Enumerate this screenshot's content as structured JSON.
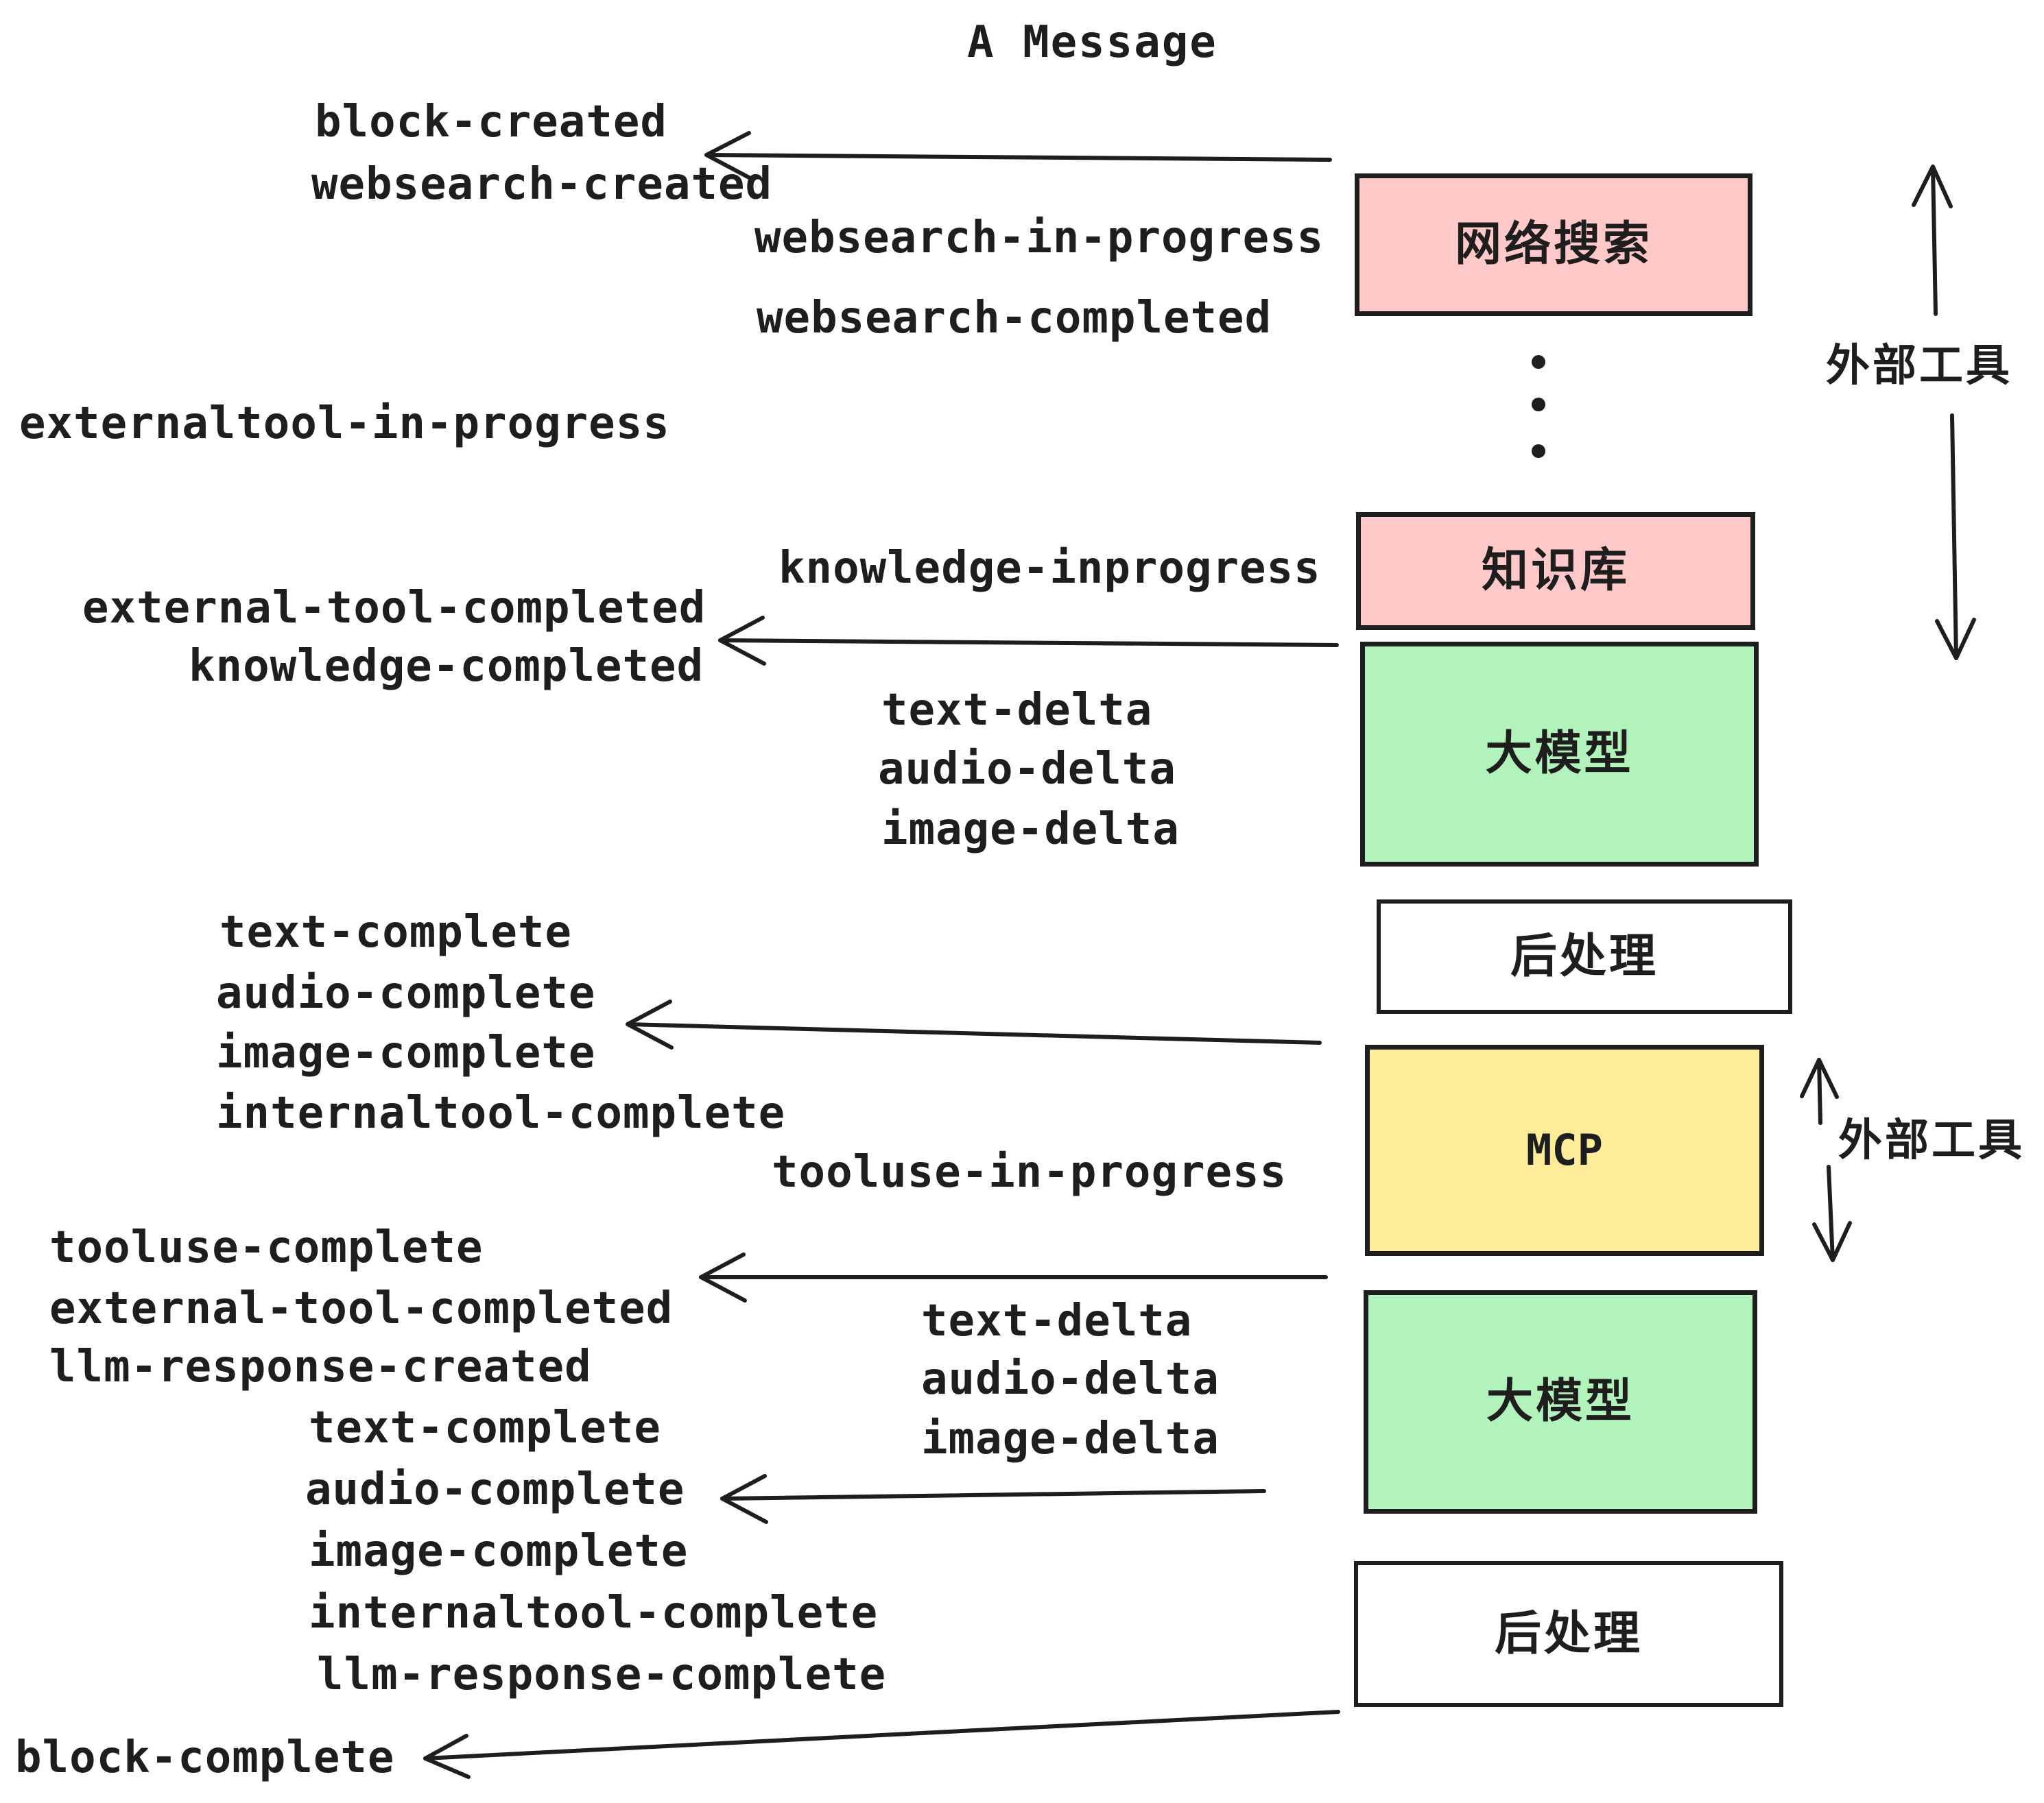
{
  "title": "A Message",
  "boxes": {
    "websearch": "网络搜索",
    "knowledge": "知识库",
    "llm_1": "大模型",
    "postprocess_1": "后处理",
    "mcp": "MCP",
    "llm_2": "大模型",
    "postprocess_2": "后处理"
  },
  "side_labels": {
    "external_tools_top": "外部工具",
    "external_tools_mcp": "外部工具"
  },
  "events": {
    "block_created": "block-created",
    "websearch_created": "websearch-created",
    "websearch_in_progress": "websearch-in-progress",
    "websearch_completed": "websearch-completed",
    "externaltool_in_progress": "externaltool-in-progress",
    "knowledge_inprogress": "knowledge-inprogress",
    "external_tool_completed_1": "external-tool-completed",
    "knowledge_completed": "knowledge-completed",
    "text_delta_1": "text-delta",
    "audio_delta_1": "audio-delta",
    "image_delta_1": "image-delta",
    "text_complete_1": "text-complete",
    "audio_complete_1": "audio-complete",
    "image_complete_1": "image-complete",
    "internaltool_complete_1": "internaltool-complete",
    "tooluse_in_progress": "tooluse-in-progress",
    "tooluse_complete": "tooluse-complete",
    "external_tool_completed_2": "external-tool-completed",
    "llm_response_created": "llm-response-created",
    "text_delta_2": "text-delta",
    "audio_delta_2": "audio-delta",
    "image_delta_2": "image-delta",
    "text_complete_2": "text-complete",
    "audio_complete_2": "audio-complete",
    "image_complete_2": "image-complete",
    "internaltool_complete_2": "internaltool-complete",
    "llm_response_complete": "llm-response-complete",
    "block_complete": "block-complete"
  },
  "colors": {
    "external_tool_fill": "#ffc9c9",
    "llm_fill": "#b2f2bb",
    "mcp_fill": "#ffec99",
    "postprocess_fill": "#ffffff",
    "stroke": "#1e1e1e",
    "background": "#ffffff"
  }
}
